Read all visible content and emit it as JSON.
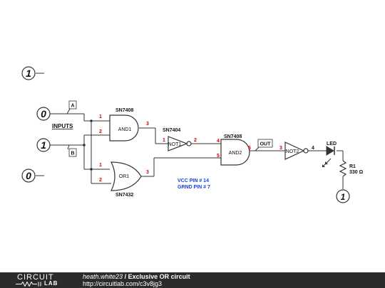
{
  "diagram": {
    "inputs_heading": "INPUTS",
    "left_sources": {
      "top": "1",
      "in_a": "0",
      "in_b": "1",
      "bottom": "0"
    },
    "probe_a": "A",
    "probe_b": "B",
    "probe_out": "OUT",
    "and1": {
      "part": "SN7408",
      "name": "AND1",
      "pin_in1": "1",
      "pin_in2": "2",
      "pin_out": "3"
    },
    "or1": {
      "part": "SN7432",
      "name": "OR1",
      "pin_in1": "1",
      "pin_in2": "2",
      "pin_out": "3"
    },
    "not1": {
      "part": "SN7404",
      "name": "NOT1",
      "pin_in": "1",
      "pin_out": "2"
    },
    "and2": {
      "part": "SN7408",
      "name": "AND2",
      "pin_in1": "4",
      "pin_in2": "5",
      "pin_out": "6"
    },
    "not2": {
      "name": "NOT2",
      "pin_in": "3",
      "pin_out": "4"
    },
    "led": {
      "label": "LED"
    },
    "resistor": {
      "name": "R1",
      "value": "330 Ω"
    },
    "ground_symbol": "1",
    "vcc_note": "VCC PIN # 14",
    "gnd_note": "GRND PIN # 7"
  },
  "footer": {
    "brand_top": "CIRCUIT",
    "brand_bottom": "LAB",
    "author": "heath.white23",
    "separator": "/",
    "title": "Exclusive OR circuit",
    "url": "http://circuitlab.com/c3v8jg3"
  },
  "colors": {
    "pin_labels": "#d40000",
    "notes": "#1a3fe0",
    "wire": "#333333",
    "footer_bg": "#2b2b2b"
  }
}
